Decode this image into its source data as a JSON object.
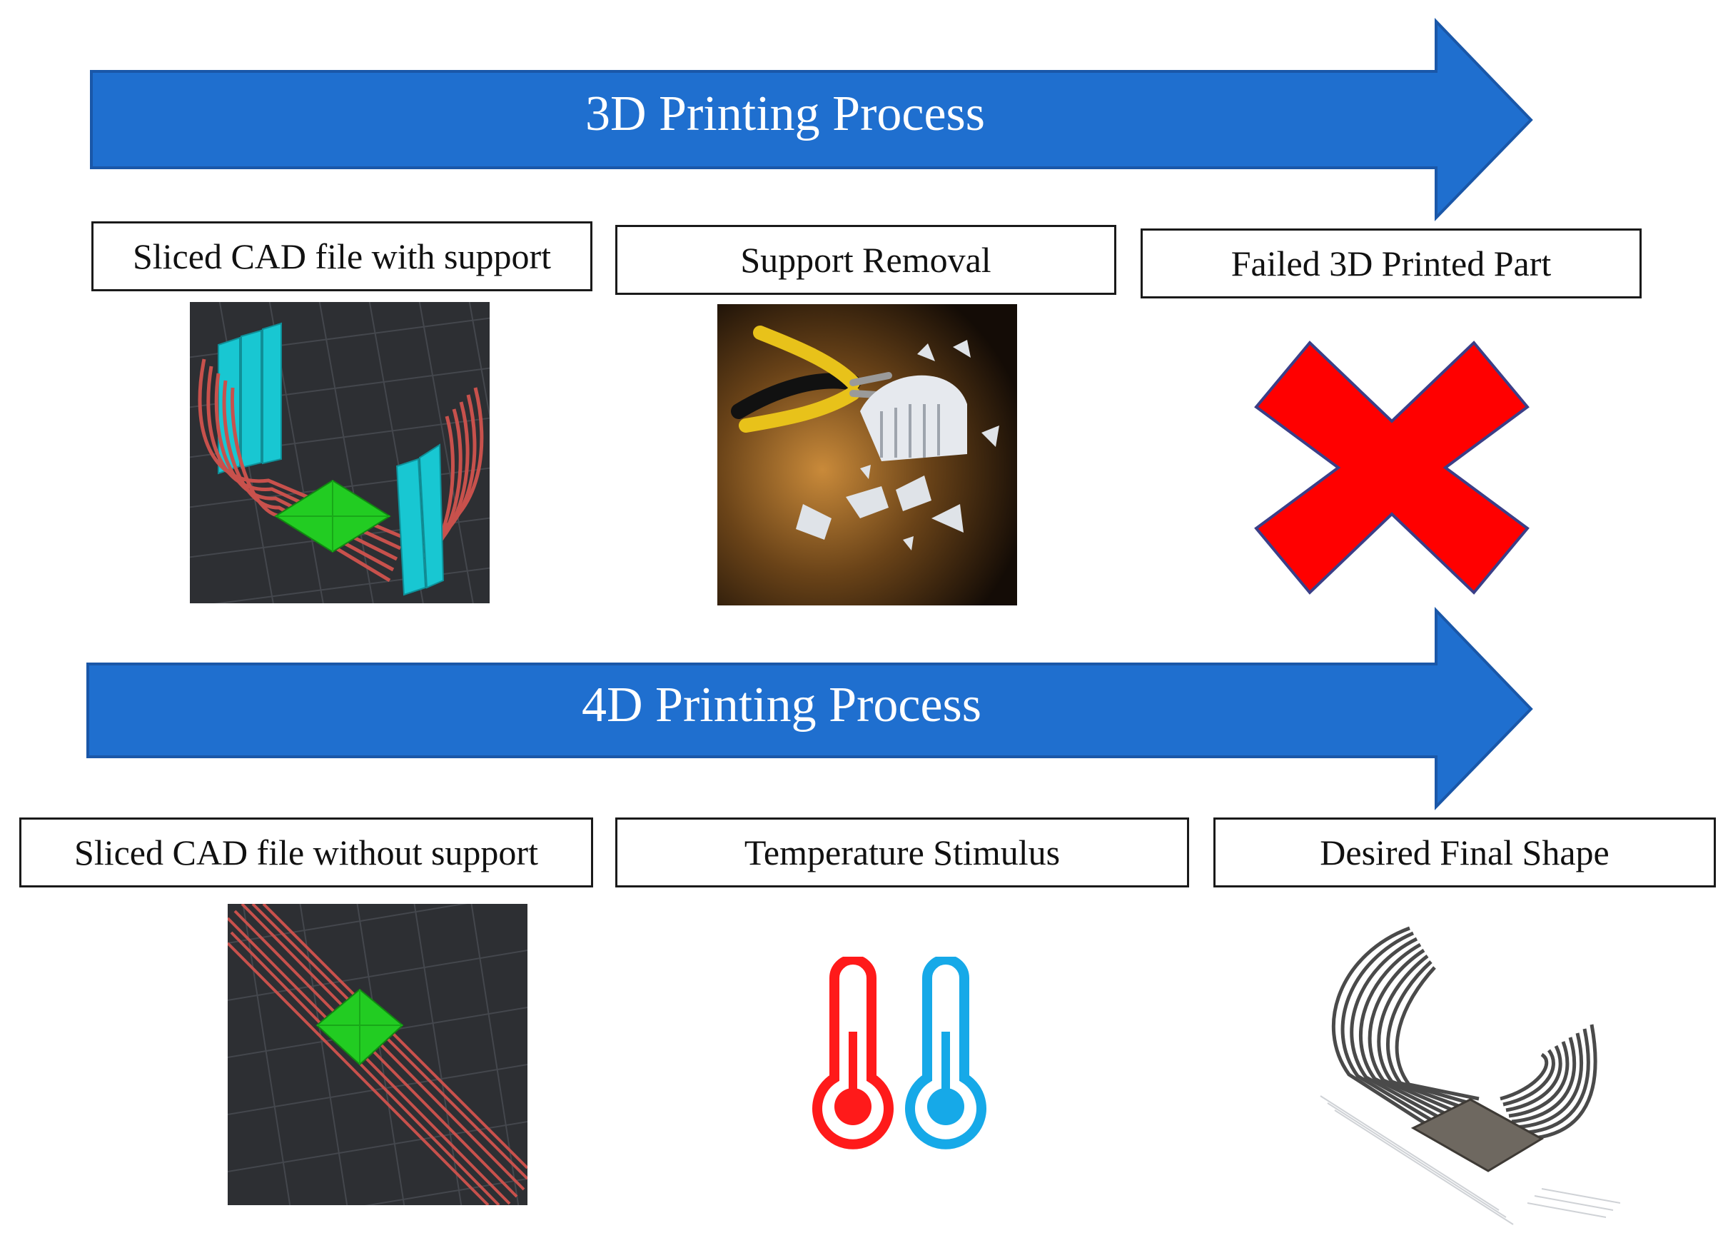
{
  "colors": {
    "arrow_fill": "#1f6fcf",
    "arrow_stroke": "#1a57a8",
    "cross_fill": "#ff0000",
    "cad_background": "#2d2f33",
    "support_cyan": "#18c7d2",
    "strand_red": "#c8514c",
    "base_green": "#22cc22",
    "thermo_hot": "#ff1a1a",
    "thermo_cold": "#16a9e8"
  },
  "process_3d": {
    "arrow_label": "3D Printing Process",
    "steps": [
      {
        "label": "Sliced CAD file with support"
      },
      {
        "label": "Support Removal"
      },
      {
        "label": "Failed 3D Printed Part"
      }
    ]
  },
  "process_4d": {
    "arrow_label": "4D Printing Process",
    "steps": [
      {
        "label": "Sliced CAD file without support"
      },
      {
        "label": "Temperature Stimulus"
      },
      {
        "label": "Desired Final Shape"
      }
    ]
  },
  "icons": {
    "failure": "red-cross-icon",
    "temperature": "thermometer-hot-cold-icon"
  }
}
